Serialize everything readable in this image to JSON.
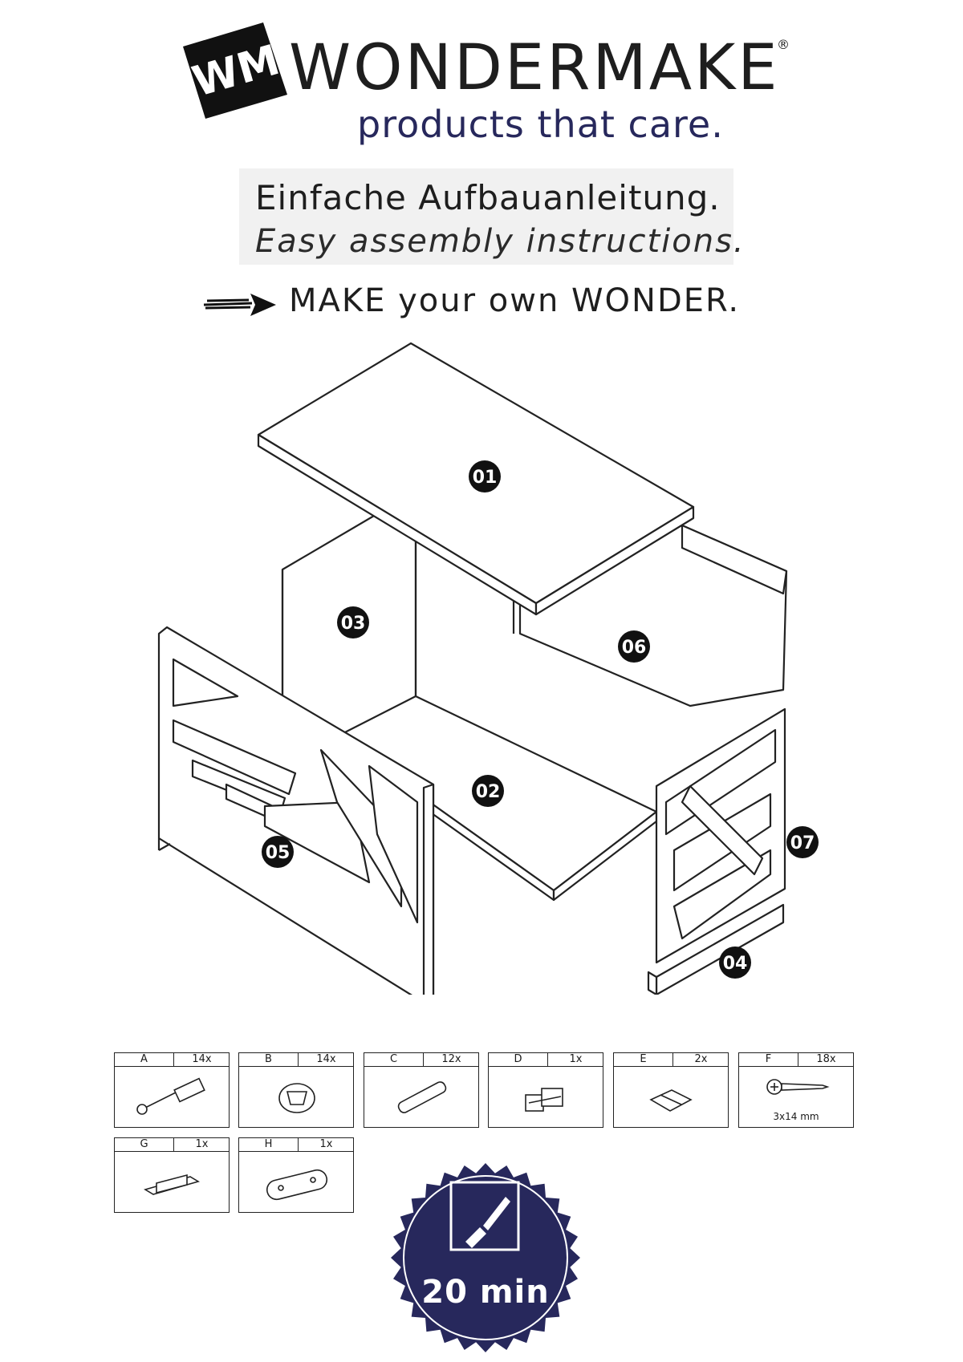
{
  "brand": {
    "logo_text": "WM",
    "name": "WONDERMAKE",
    "registered": "®",
    "tagline": "products that care."
  },
  "title": {
    "de": "Einfache Aufbauanleitung.",
    "en": "Easy assembly instructions."
  },
  "slogan": "MAKE your own WONDER.",
  "parts": [
    {
      "id": "01"
    },
    {
      "id": "02"
    },
    {
      "id": "03"
    },
    {
      "id": "04"
    },
    {
      "id": "05"
    },
    {
      "id": "06"
    },
    {
      "id": "07"
    }
  ],
  "hardware": [
    {
      "letter": "A",
      "qty": "14x",
      "icon": "cam-bolt-icon"
    },
    {
      "letter": "B",
      "qty": "14x",
      "icon": "cam-lock-icon"
    },
    {
      "letter": "C",
      "qty": "12x",
      "icon": "wood-dowel-icon"
    },
    {
      "letter": "D",
      "qty": "1x",
      "icon": "door-latch-icon"
    },
    {
      "letter": "E",
      "qty": "2x",
      "icon": "hinge-icon"
    },
    {
      "letter": "F",
      "qty": "18x",
      "icon": "screw-icon",
      "note": "3x14 mm"
    },
    {
      "letter": "G",
      "qty": "1x",
      "icon": "magnetic-catch-icon"
    },
    {
      "letter": "H",
      "qty": "1x",
      "icon": "metal-plate-icon"
    }
  ],
  "assembly_time": "20 min",
  "colors": {
    "navy": "#27285c",
    "ink": "#1a1a1a"
  }
}
